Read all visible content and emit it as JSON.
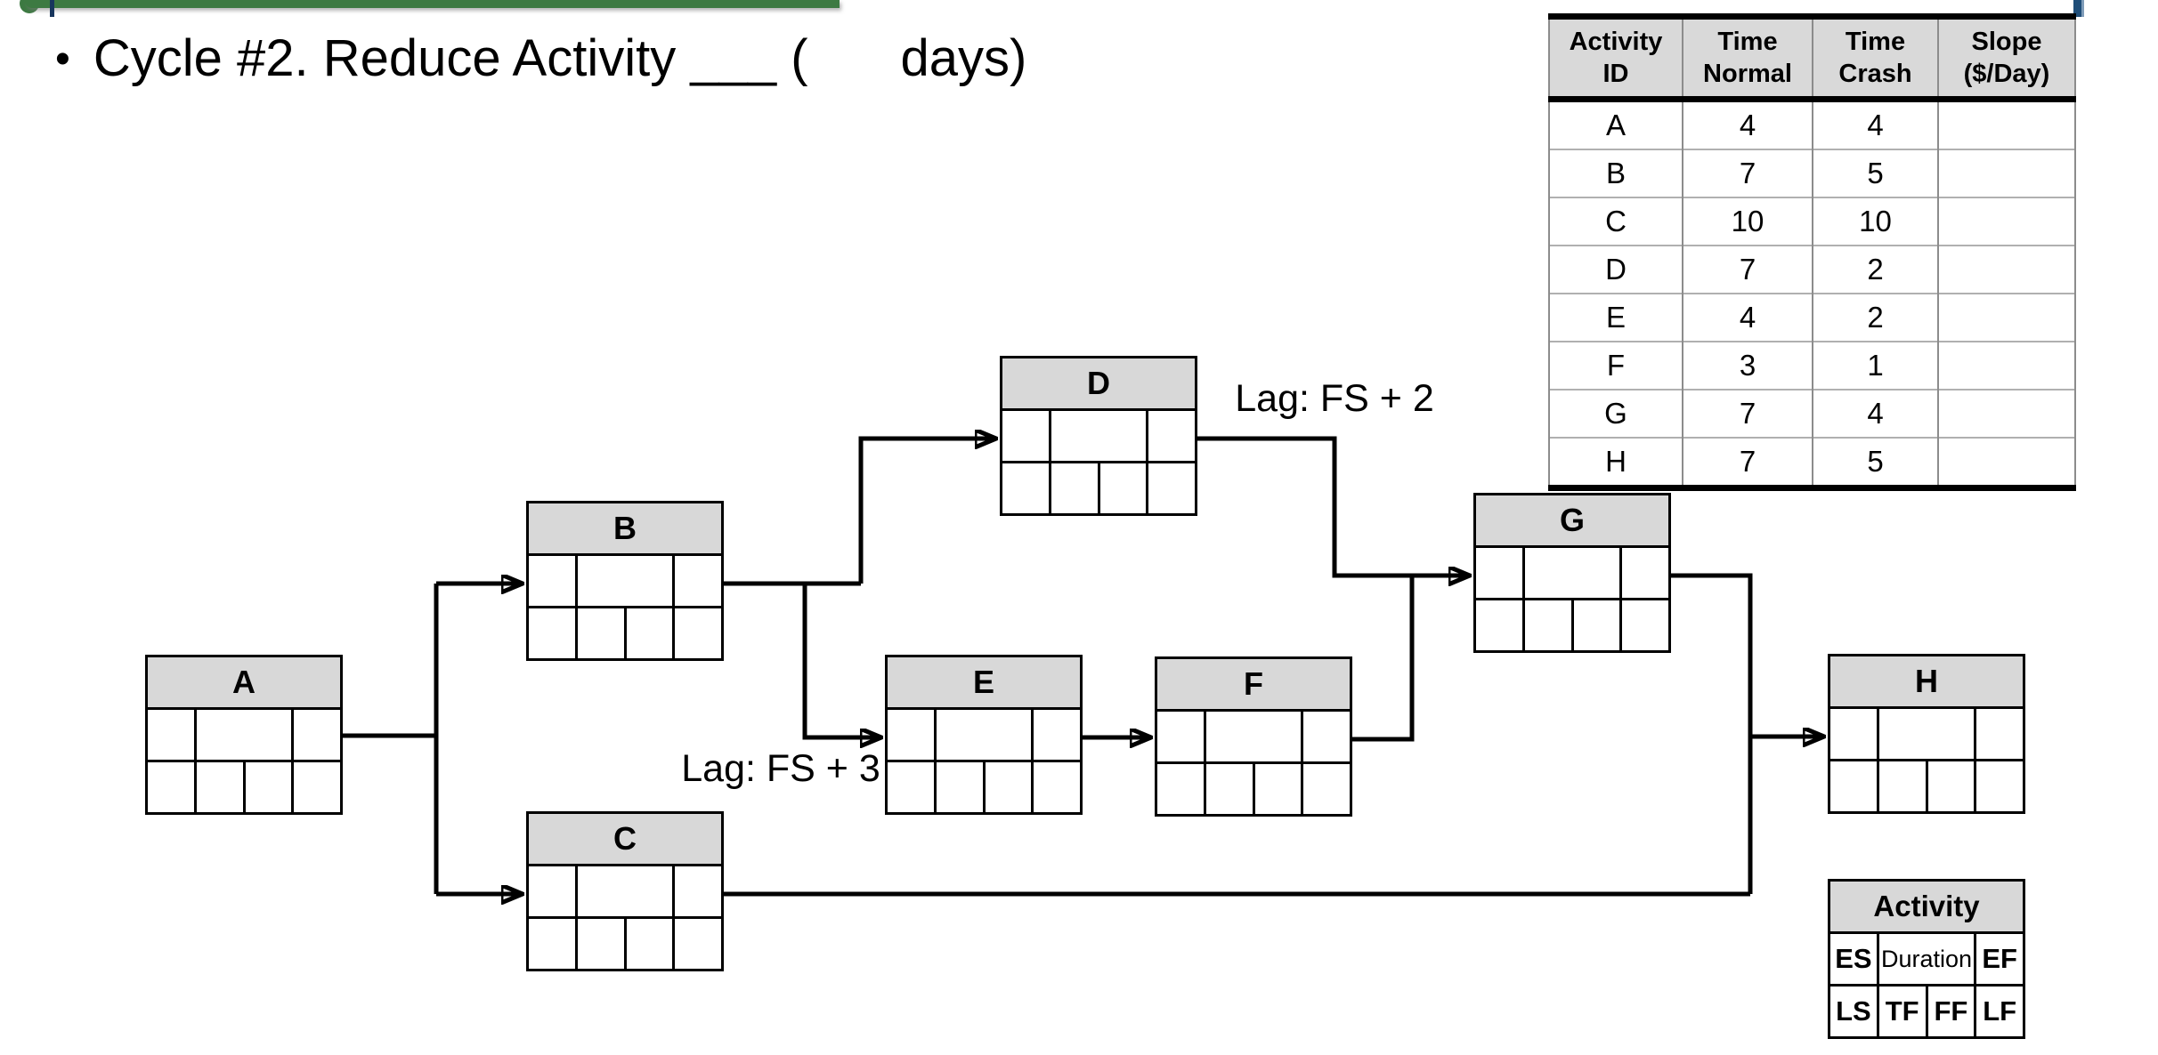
{
  "slide": {
    "title_bullet": "•",
    "title_prefix": "Cycle #2. Reduce Activity ___ (",
    "title_suffix": "days)"
  },
  "colors": {
    "title_bar_green": "#3d7a42",
    "accent_navy": "#1f4e79",
    "node_header_gray": "#d8d8d8",
    "table_header_gray": "#d9d9d9"
  },
  "lags": {
    "d_to_g": "Lag: FS + 2",
    "b_to_e": "Lag: FS + 3"
  },
  "nodes": [
    {
      "label": "A"
    },
    {
      "label": "B"
    },
    {
      "label": "C"
    },
    {
      "label": "D"
    },
    {
      "label": "E"
    },
    {
      "label": "F"
    },
    {
      "label": "G"
    },
    {
      "label": "H"
    }
  ],
  "activity_table": {
    "columns": [
      {
        "line1": "Activity",
        "line2": "ID"
      },
      {
        "line1": "Time",
        "line2": "Normal"
      },
      {
        "line1": "Time",
        "line2": "Crash"
      },
      {
        "line1": "Slope",
        "line2": "($/Day)"
      }
    ],
    "rows": [
      {
        "id": "A",
        "time_normal": "4",
        "time_crash": "4",
        "slope": ""
      },
      {
        "id": "B",
        "time_normal": "7",
        "time_crash": "5",
        "slope": ""
      },
      {
        "id": "C",
        "time_normal": "10",
        "time_crash": "10",
        "slope": ""
      },
      {
        "id": "D",
        "time_normal": "7",
        "time_crash": "2",
        "slope": ""
      },
      {
        "id": "E",
        "time_normal": "4",
        "time_crash": "2",
        "slope": ""
      },
      {
        "id": "F",
        "time_normal": "3",
        "time_crash": "1",
        "slope": ""
      },
      {
        "id": "G",
        "time_normal": "7",
        "time_crash": "4",
        "slope": ""
      },
      {
        "id": "H",
        "time_normal": "7",
        "time_crash": "5",
        "slope": ""
      }
    ]
  },
  "legend": {
    "title": "Activity",
    "es": "ES",
    "duration": "Duration",
    "ef": "EF",
    "ls": "LS",
    "tf": "TF",
    "ff": "FF",
    "lf": "LF"
  }
}
